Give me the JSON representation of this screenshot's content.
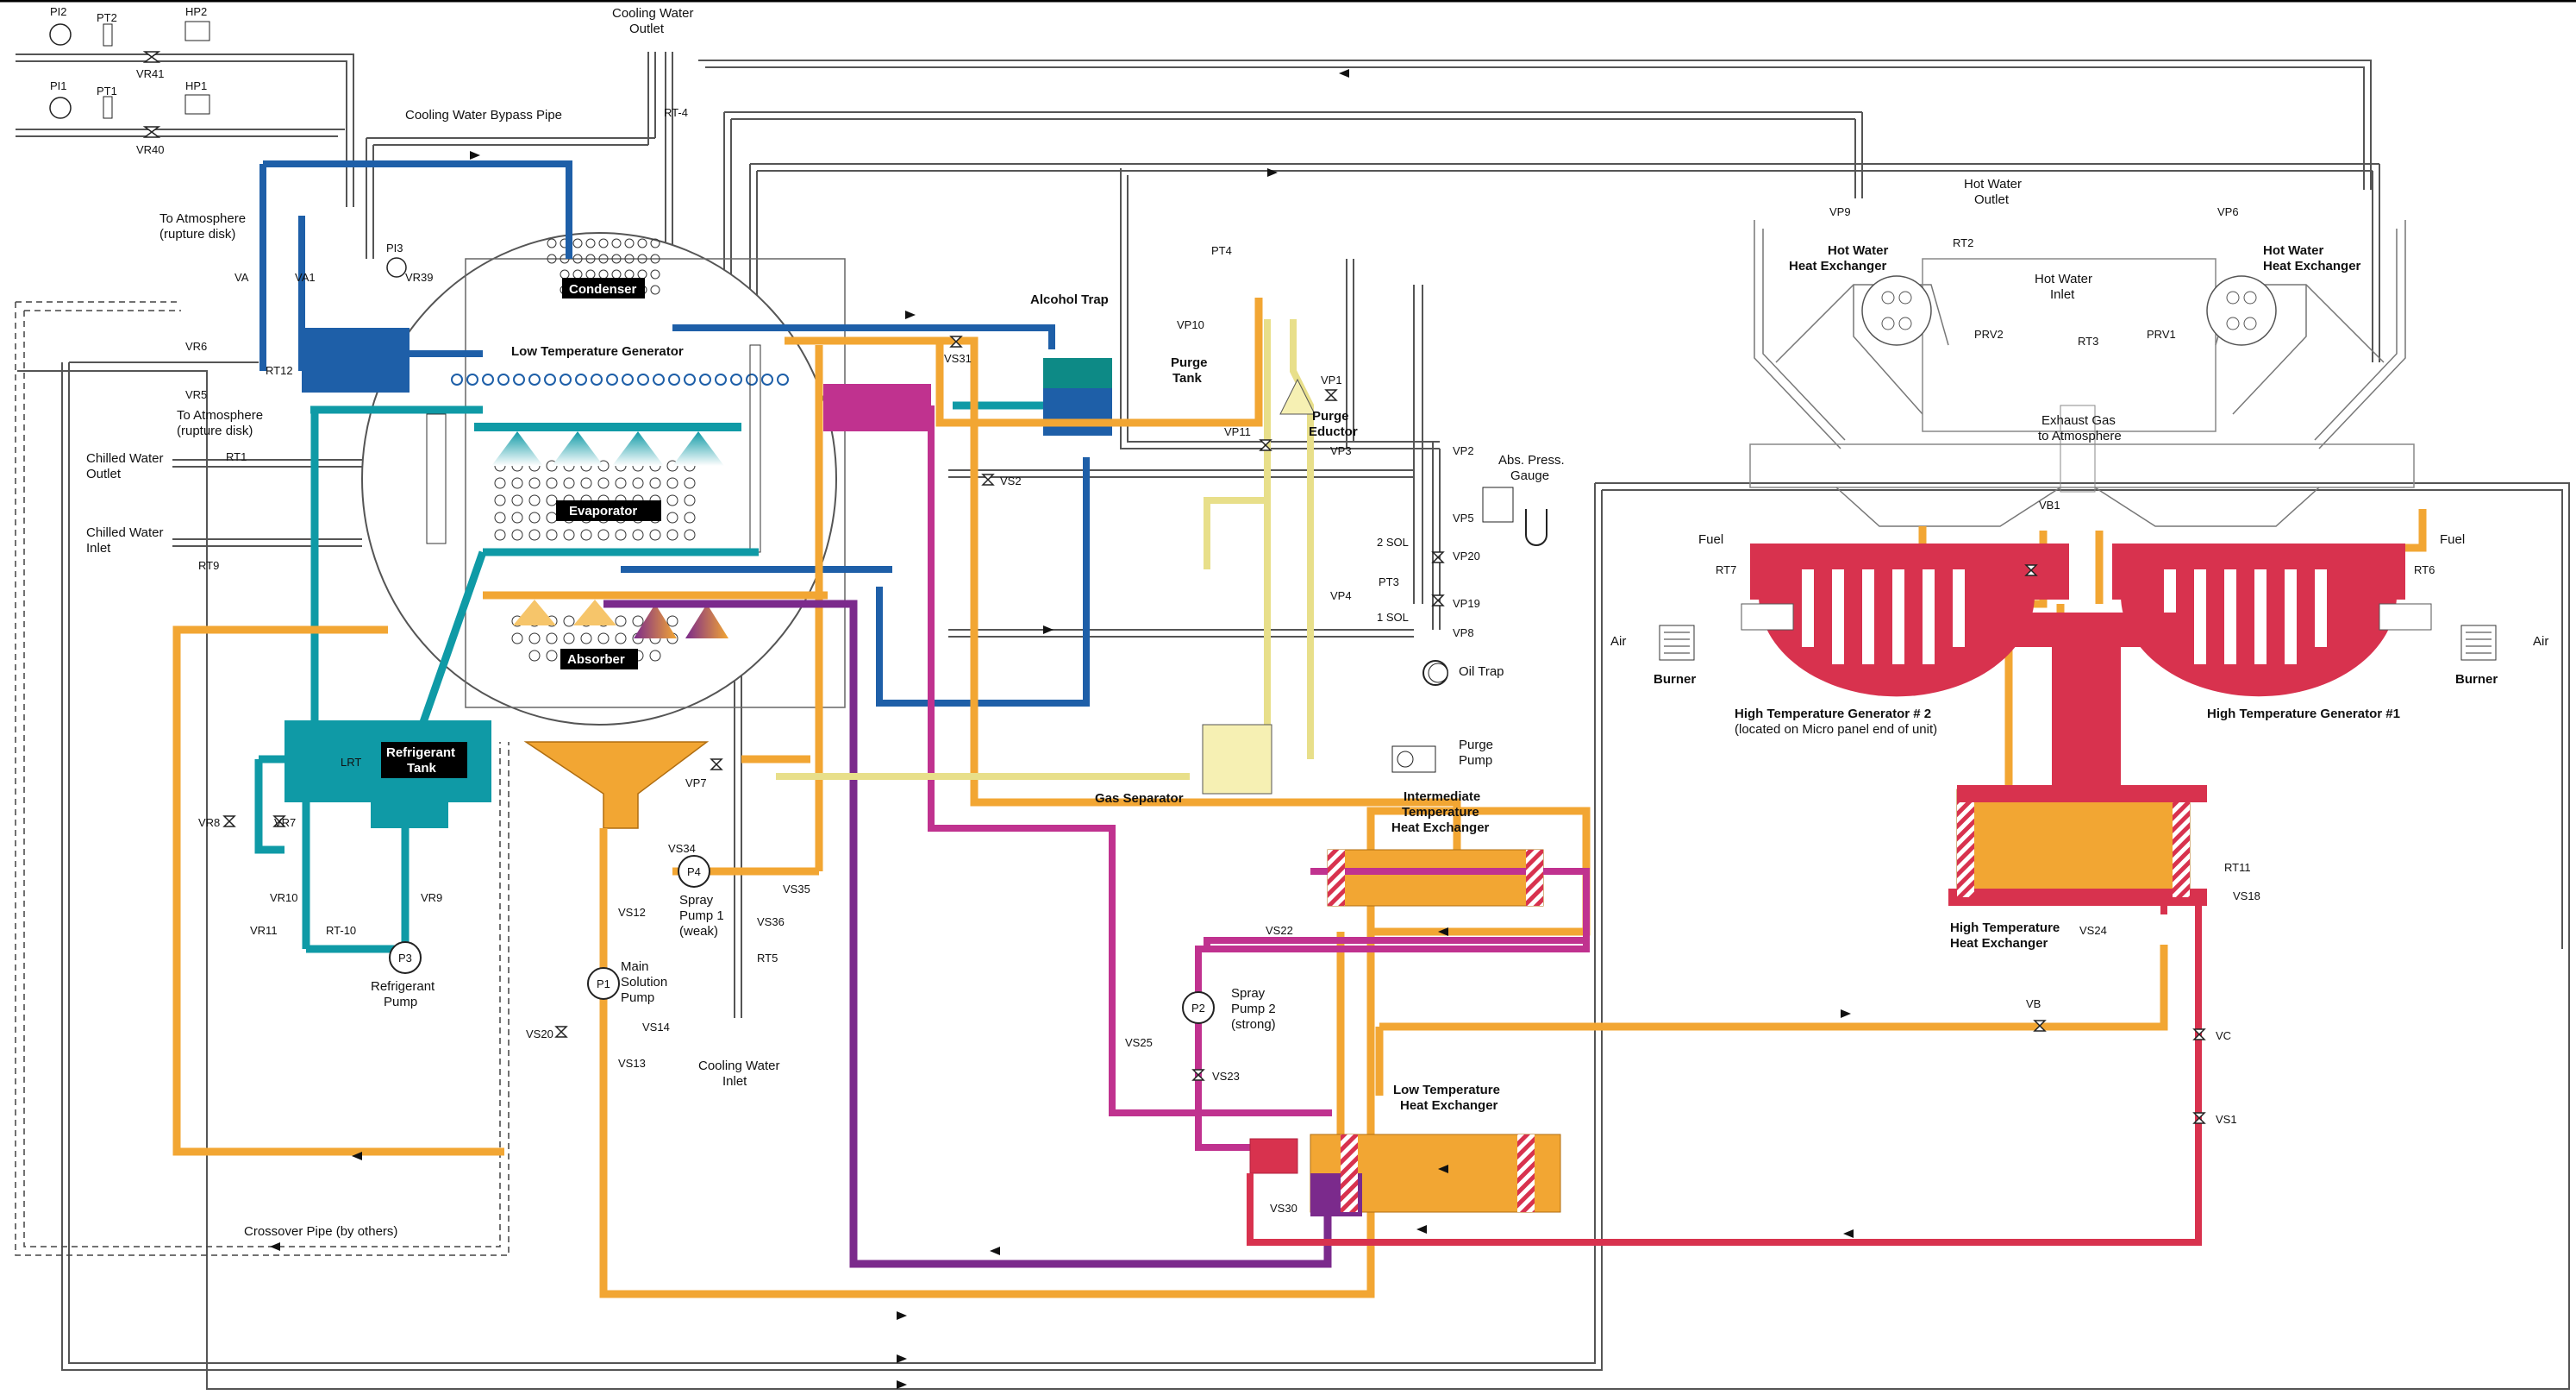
{
  "components": {
    "condenser": "Condenser",
    "low_temp_generator": "Low Temperature Generator",
    "evaporator": "Evaporator",
    "absorber": "Absorber",
    "refrigerant_tank": [
      "Refrigerant",
      "Tank"
    ],
    "alcohol_trap": "Alcohol Trap",
    "purge_tank": [
      "Purge",
      "Tank"
    ],
    "purge_eductor": [
      "Purge",
      "Eductor"
    ],
    "gas_separator": "Gas Separator",
    "oil_trap": "Oil Trap",
    "purge_pump": [
      "Purge",
      "Pump"
    ],
    "abs_press_gauge": [
      "Abs. Press.",
      "Gauge"
    ],
    "hot_water_hx_left": [
      "Hot Water",
      "Heat Exchanger"
    ],
    "hot_water_hx_right": [
      "Hot Water",
      "Heat Exchanger"
    ],
    "hot_water_outlet": [
      "Hot Water",
      "Outlet"
    ],
    "hot_water_inlet": [
      "Hot Water",
      "Inlet"
    ],
    "exhaust_gas": [
      "Exhaust Gas",
      "to Atmosphere"
    ],
    "htg2": [
      "High Temperature Generator # 2",
      "(located on Micro panel end of unit)"
    ],
    "htg1": "High Temperature Generator #1",
    "burner_left": "Burner",
    "burner_right": "Burner",
    "intermediate_hx": [
      "Intermediate",
      "Temperature",
      "Heat Exchanger"
    ],
    "low_temp_hx": [
      "Low Temperature",
      "Heat Exchanger"
    ],
    "high_temp_hx": [
      "High Temperature",
      "Heat Exchanger"
    ],
    "refrigerant_pump": [
      "Refrigerant",
      "Pump"
    ],
    "main_solution_pump": [
      "Main",
      "Solution",
      "Pump"
    ],
    "spray_pump_1": [
      "Spray",
      "Pump 1",
      "(weak)"
    ],
    "spray_pump_2": [
      "Spray",
      "Pump 2",
      "(strong)"
    ]
  },
  "labels": {
    "cooling_water_outlet": [
      "Cooling Water",
      "Outlet"
    ],
    "cooling_water_inlet": [
      "Cooling Water",
      "Inlet"
    ],
    "cooling_water_bypass": "Cooling Water Bypass Pipe",
    "to_atmosphere_1": [
      "To Atmosphere",
      "(rupture disk)"
    ],
    "to_atmosphere_2": [
      "To Atmosphere",
      "(rupture disk)"
    ],
    "chilled_water_outlet": [
      "Chilled Water",
      "Outlet"
    ],
    "chilled_water_inlet": [
      "Chilled Water",
      "Inlet"
    ],
    "crossover_pipe": "Crossover Pipe (by others)",
    "fuel_left": "Fuel",
    "fuel_right": "Fuel",
    "air_left": "Air",
    "air_right": "Air"
  },
  "tags": {
    "PI2": "PI2",
    "PT2": "PT2",
    "HP2": "HP2",
    "VR41": "VR41",
    "PI1": "PI1",
    "PT1": "PT1",
    "HP1": "HP1",
    "VR40": "VR40",
    "RT4": "RT-4",
    "VA": "VA",
    "VA1": "VA1",
    "PI3": "PI3",
    "VR39": "VR39",
    "VR6": "VR6",
    "VR5": "VR5",
    "RT12": "RT12",
    "RT1": "RT1",
    "RT9": "RT9",
    "VS31": "VS31",
    "VS2": "VS2",
    "PT4": "PT4",
    "VP10": "VP10",
    "VP11": "VP11",
    "VP1": "VP1",
    "VP3": "VP3",
    "VP2": "VP2",
    "VP5": "VP5",
    "SOL2": "2 SOL",
    "VP20": "VP20",
    "PT3": "PT3",
    "VP19": "VP19",
    "SOL1": "1 SOL",
    "VP8": "VP8",
    "VP4": "VP4",
    "VP9": "VP9",
    "VP6": "VP6",
    "RT2": "RT2",
    "PRV2": "PRV2",
    "RT3": "RT3",
    "PRV1": "PRV1",
    "VB1": "VB1",
    "RT7": "RT7",
    "RT6": "RT6",
    "LRT": "LRT",
    "VR8": "VR8",
    "VR7": "VR7",
    "VP7": "VP7",
    "VR10": "VR10",
    "VR9": "VR9",
    "VR11": "VR11",
    "RT10": "RT-10",
    "P3": "P3",
    "VS34": "VS34",
    "P4": "P4",
    "VS35": "VS35",
    "VS36": "VS36",
    "RT5": "RT5",
    "VS12": "VS12",
    "P1": "P1",
    "VS14": "VS14",
    "VS20": "VS20",
    "VS13": "VS13",
    "VS22": "VS22",
    "P2": "P2",
    "VS25": "VS25",
    "VS23": "VS23",
    "VS30": "VS30",
    "RT11": "RT11",
    "VS18": "VS18",
    "VS24": "VS24",
    "VB": "VB",
    "VC": "VC",
    "VS1": "VS1"
  },
  "colors": {
    "condenser_water": "#1e5fa8",
    "refrigerant": "#0f9aa6",
    "weak_solution": "#f2a633",
    "intermediate_solution": "#c0328f",
    "strong_solution": "#7b2a8c",
    "high_temp_generator": "#d8324e",
    "purge_gas": "#e8df8a"
  }
}
